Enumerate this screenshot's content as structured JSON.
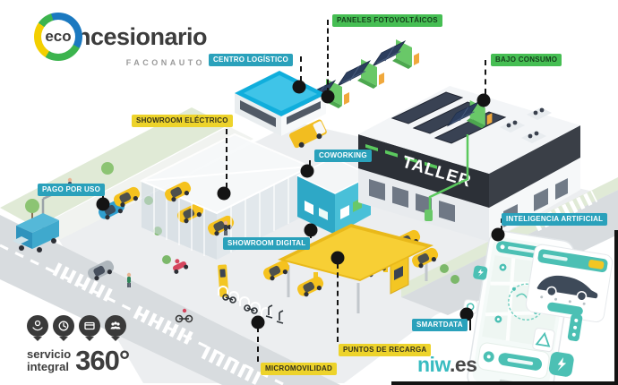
{
  "logo": {
    "prefix": "eco",
    "suffix": "ncesionario",
    "subbrand": "FACONAUTO"
  },
  "callouts": [
    {
      "id": "paneles-fotovoltaicos",
      "text": "PANELES FOTOVOLTÁICOS",
      "style": "green"
    },
    {
      "id": "centro-logistico",
      "text": "CENTRO LOGÍSTICO",
      "style": "teal"
    },
    {
      "id": "bajo-consumo",
      "text": "BAJO CONSUMO",
      "style": "green"
    },
    {
      "id": "showroom-electrico",
      "text": "SHOWROOM ELÉCTRICO",
      "style": "yellow"
    },
    {
      "id": "coworking",
      "text": "COWORKING",
      "style": "teal"
    },
    {
      "id": "pago-por-uso",
      "text": "PAGO POR USO",
      "style": "teal"
    },
    {
      "id": "showroom-digital",
      "text": "SHOWROOM DIGITAL",
      "style": "teal"
    },
    {
      "id": "inteligencia-artificial",
      "text": "INTELIGENCIA ARTIFICIAL",
      "style": "teal"
    },
    {
      "id": "smartdata",
      "text": "SMARTDATA",
      "style": "teal"
    },
    {
      "id": "puntos-de-recarga",
      "text": "PUNTOS DE RECARGA",
      "style": "yellow"
    },
    {
      "id": "micromovilidad",
      "text": "MICROMOVILIDAD",
      "style": "yellow"
    }
  ],
  "service_badge": {
    "line1": "servicio",
    "line2": "integral",
    "value": "360°",
    "icons": [
      "eco-hand-icon",
      "clock-icon",
      "payment-card-icon",
      "people-icon"
    ]
  },
  "scene": {
    "building_sign": "TALLER"
  },
  "footer": {
    "site_name": "niw",
    "site_tld": ".es"
  },
  "colors": {
    "teal_label": "#2AA1BB",
    "green_label": "#46BE53",
    "yellow_label": "#EDD32B",
    "logistics_roof_blue": "#10AEDC",
    "canopy_yellow": "#F3C623",
    "app_teal": "#4CC0B4",
    "niw_teal": "#39BCC1",
    "brand_dark": "#3C3C3C"
  }
}
